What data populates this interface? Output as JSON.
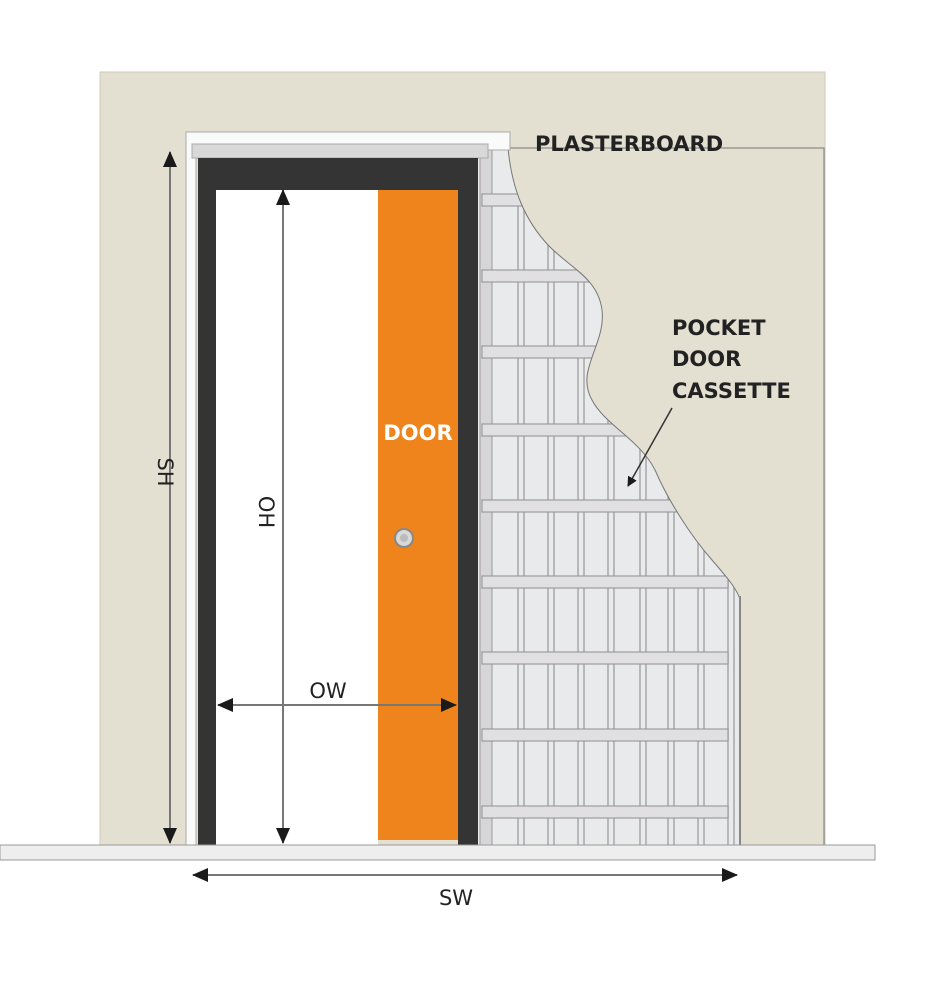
{
  "labels": {
    "plasterboard": "PLASTERBOARD",
    "cassette_line1": "POCKET",
    "cassette_line2": "DOOR",
    "cassette_line3": "CASSETTE",
    "door": "DOOR",
    "sh": "SH",
    "oh": "OH",
    "ow": "OW",
    "sw": "SW"
  },
  "colors": {
    "wall": "#e3dfd1",
    "frame": "#343434",
    "door": "#f0841c",
    "cassette": "#e9eaec"
  }
}
